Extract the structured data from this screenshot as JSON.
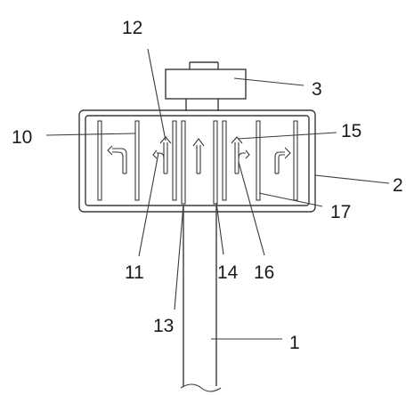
{
  "labels": {
    "pole": "1",
    "sign_board": "2",
    "top_box": "3",
    "slot_left": "10",
    "arrow_left_turn": "11",
    "arrow_straight_top": "12",
    "strip_bottom": "13",
    "divider_center": "14",
    "arrow_straight_right": "15",
    "arrow_right_turn": "16",
    "strip_right": "17"
  },
  "icons": {
    "lane_1": "u-turn-left-arrow-icon",
    "lane_2": "straight-left-arrow-icon",
    "lane_3": "straight-arrow-icon",
    "lane_4": "straight-right-arrow-icon",
    "lane_5": "right-turn-arrow-icon"
  }
}
